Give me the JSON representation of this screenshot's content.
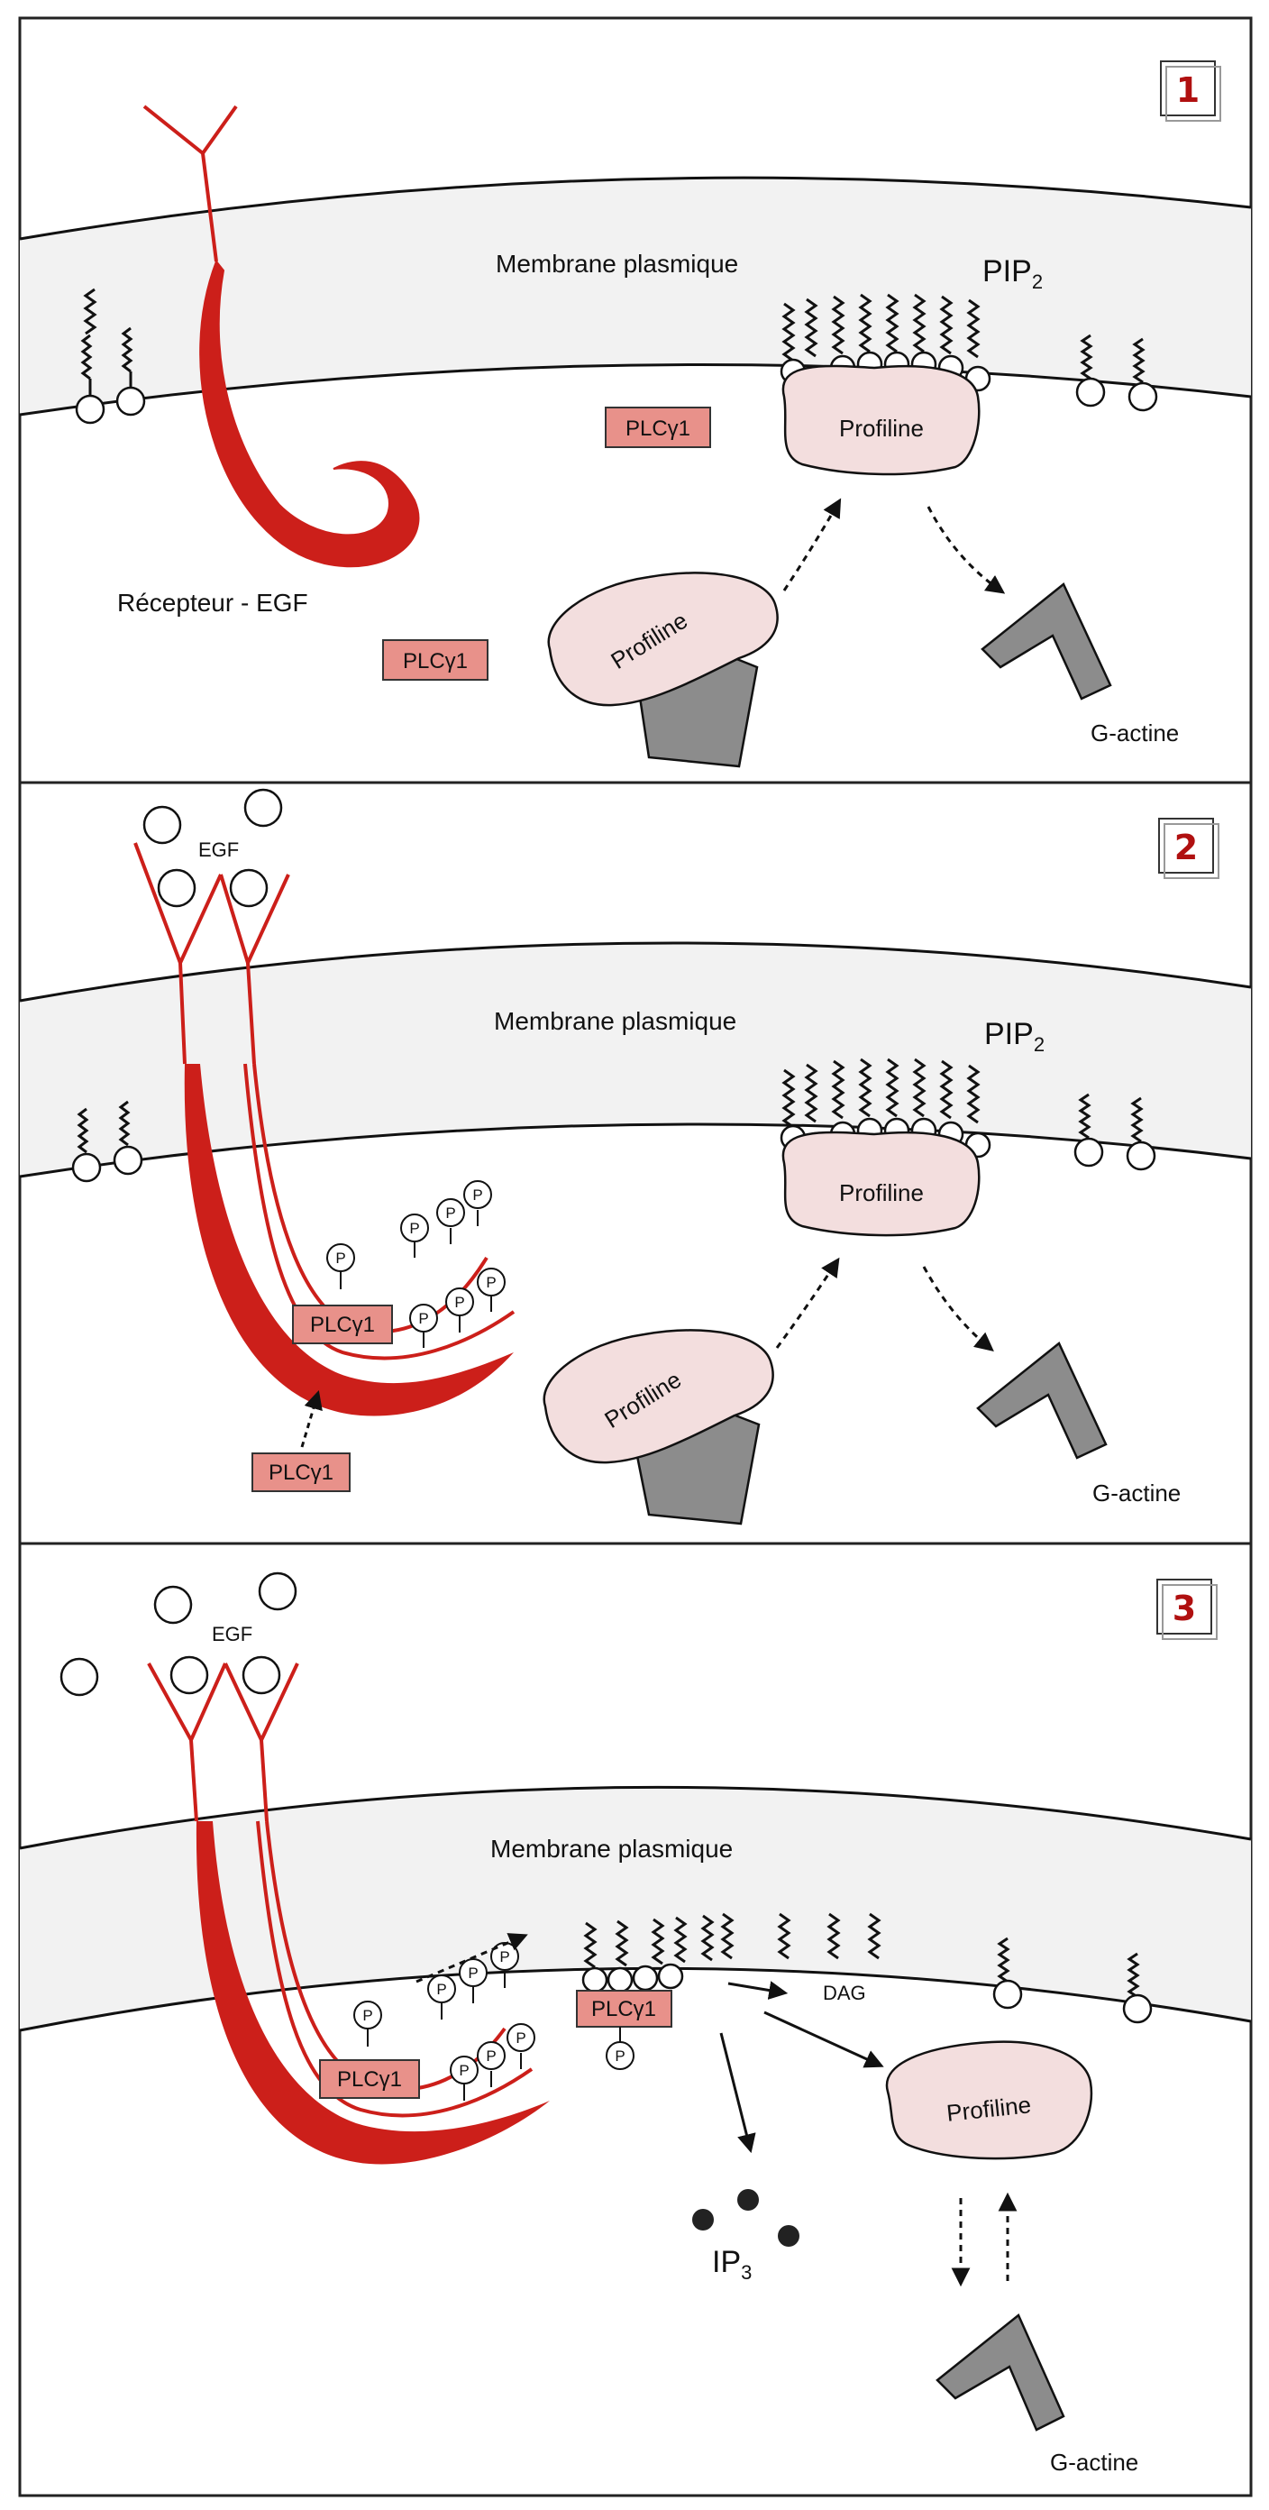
{
  "panels": [
    {
      "step": "1",
      "membrane_label": "Membrane plasmique",
      "pip2_label": "PIP",
      "pip2_sub": "2",
      "receptor_label": "Récepteur - EGF",
      "plc_labels": [
        "PLCγ1",
        "PLCγ1"
      ],
      "profiline_labels": [
        "Profiline",
        "Profiline"
      ],
      "gactine_label": "G-actine"
    },
    {
      "step": "2",
      "egf_label": "EGF",
      "membrane_label": "Membrane plasmique",
      "pip2_label": "PIP",
      "pip2_sub": "2",
      "plc_labels": [
        "PLCγ1",
        "PLCγ1"
      ],
      "profiline_labels": [
        "Profiline",
        "Profiline"
      ],
      "gactine_label": "G-actine",
      "phospho_label": "P"
    },
    {
      "step": "3",
      "egf_label": "EGF",
      "membrane_label": "Membrane plasmique",
      "plc_labels": [
        "PLCγ1",
        "PLCγ1"
      ],
      "dag_label": "DAG",
      "ip3_label": "IP",
      "ip3_sub": "3",
      "profiline_labels": [
        "Profiline"
      ],
      "gactine_label": "G-actine",
      "phospho_label": "P"
    }
  ],
  "colors": {
    "receptor": "#cc1f1a",
    "plc_fill": "#e8918a",
    "profiline_fill": "#f3dede",
    "membrane_fill": "#f2f2f2",
    "actin_fill": "#8c8c8c"
  }
}
